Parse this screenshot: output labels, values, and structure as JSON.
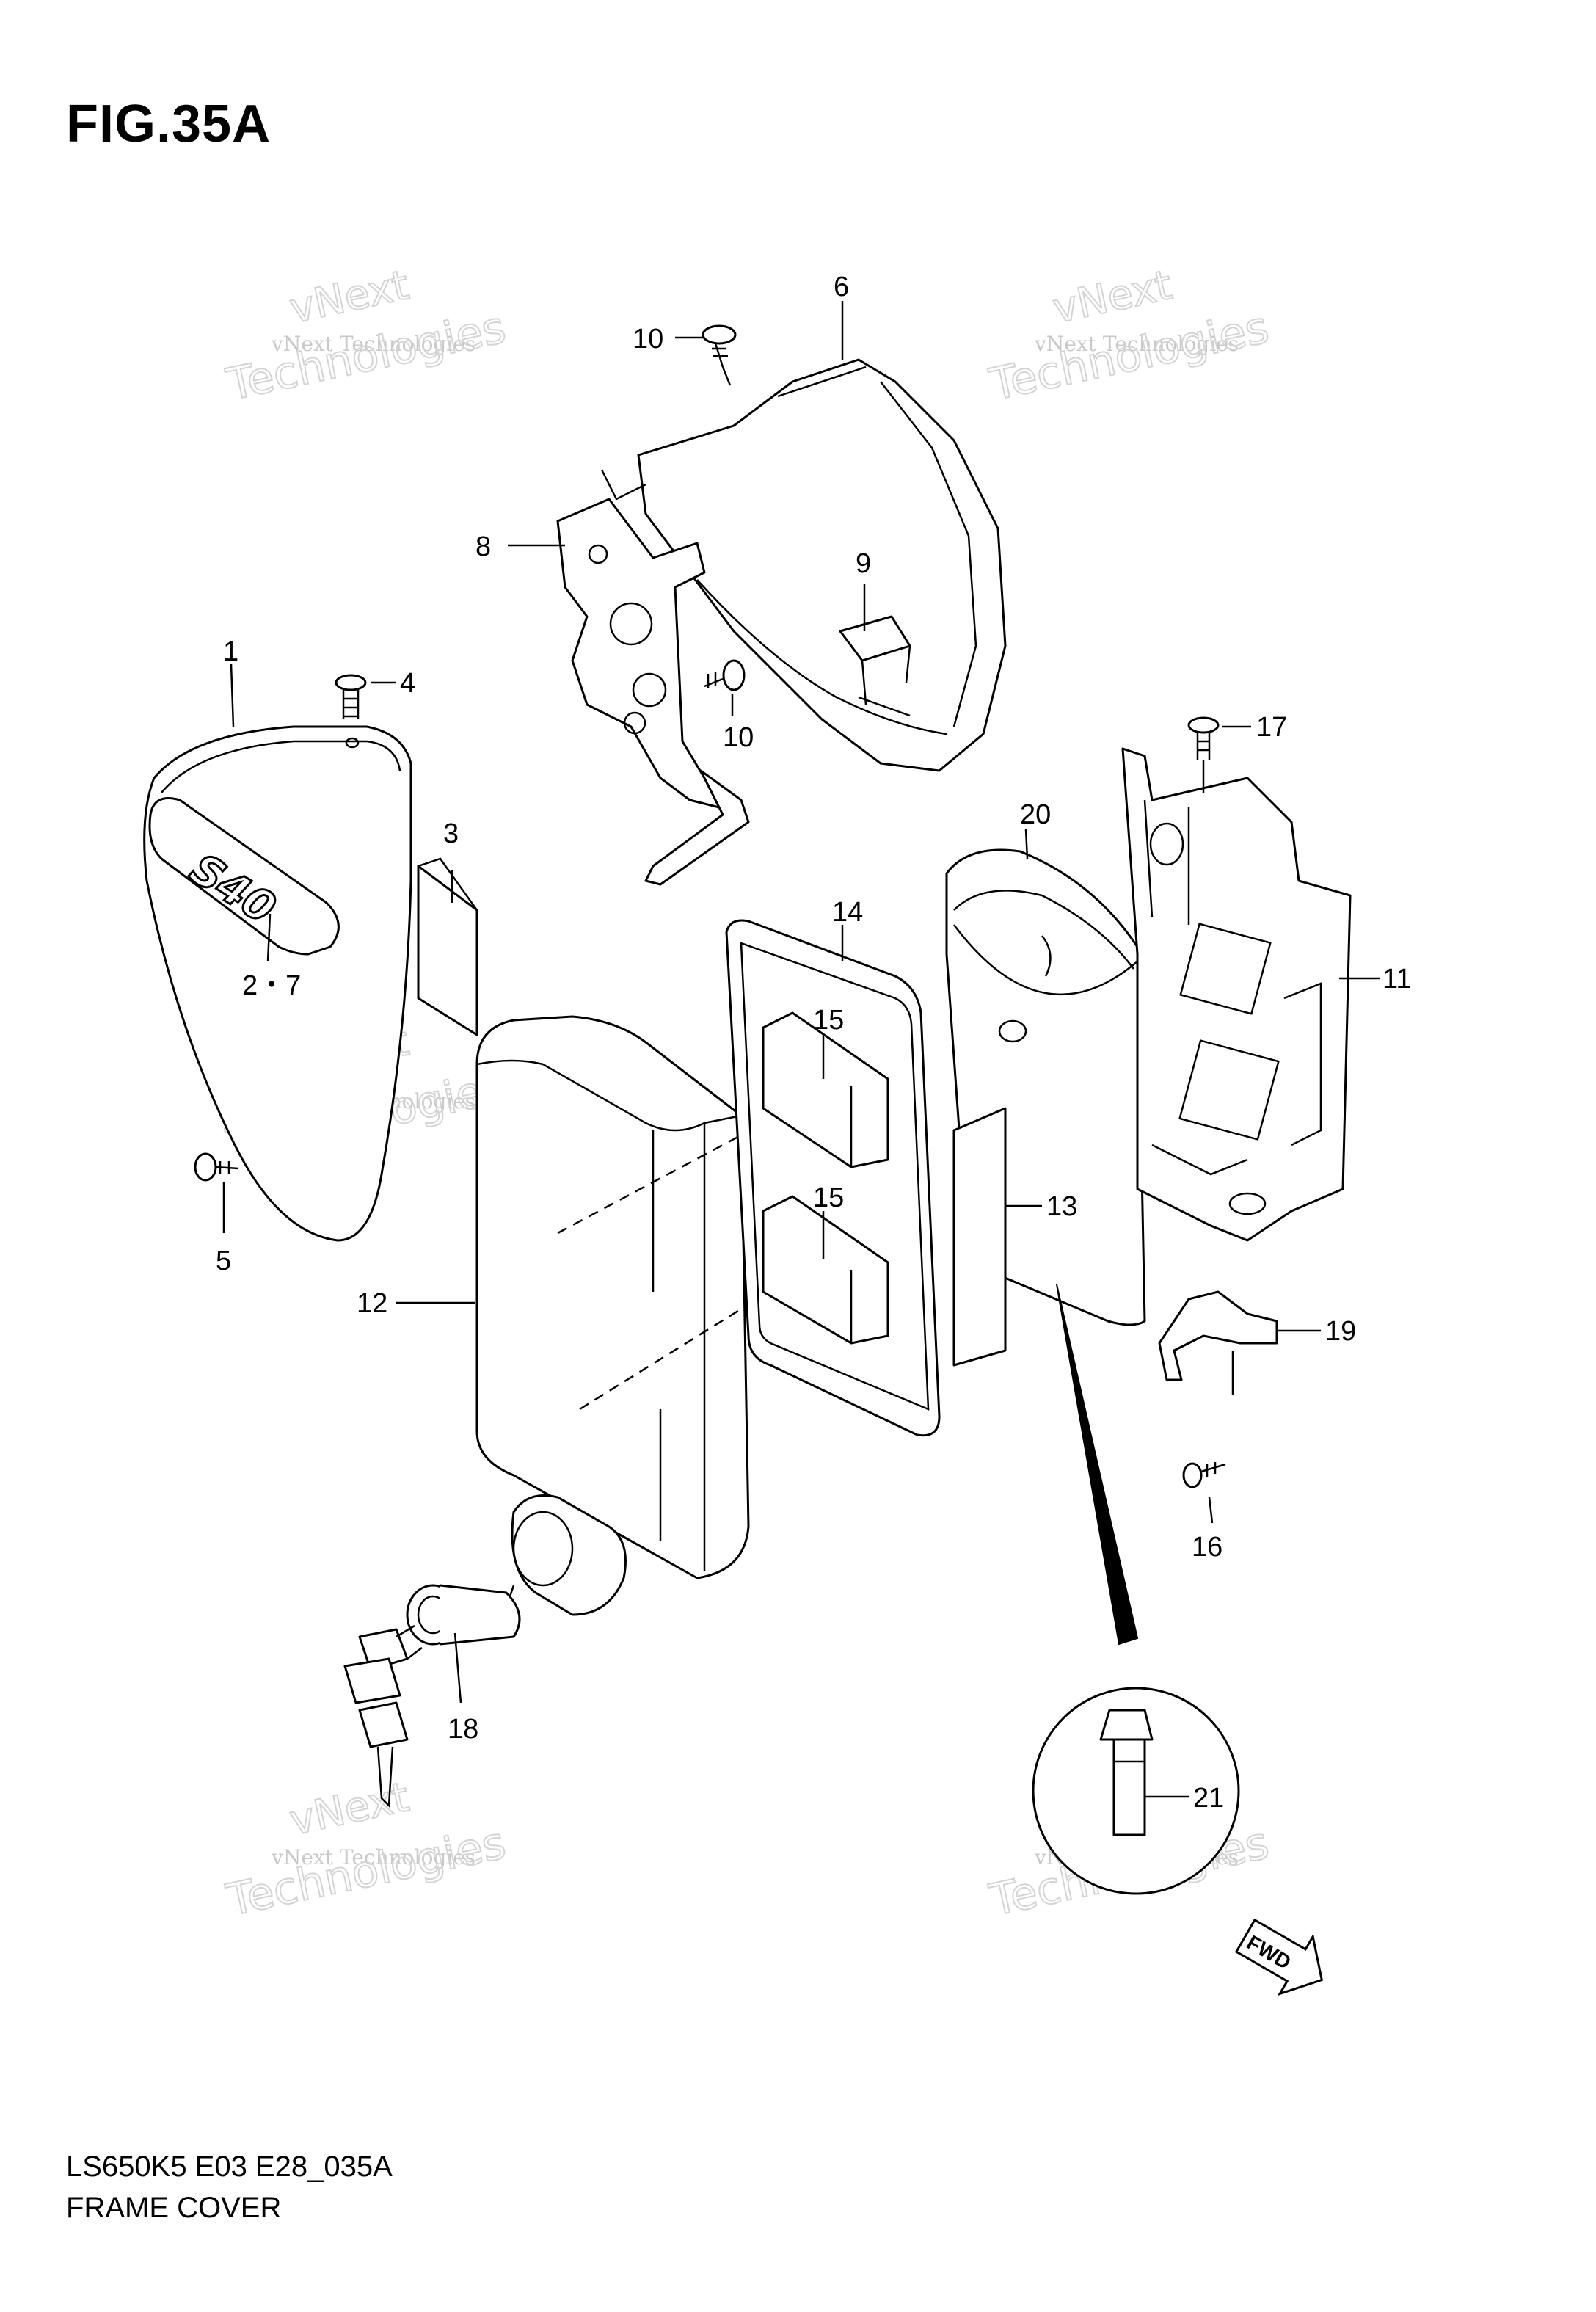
{
  "figure": {
    "title": "FIG.35A",
    "code": "LS650K5 E03 E28_035A",
    "name": "FRAME COVER"
  },
  "watermark": {
    "line1": "vNext Technologies",
    "line2": "Technologies",
    "line3": "vNext"
  },
  "fwd_label": "FWD",
  "callouts": [
    "1",
    "2・7",
    "3",
    "4",
    "5",
    "6",
    "8",
    "9",
    "10",
    "10",
    "11",
    "12",
    "13",
    "14",
    "15",
    "15",
    "16",
    "17",
    "18",
    "19",
    "20",
    "21"
  ]
}
